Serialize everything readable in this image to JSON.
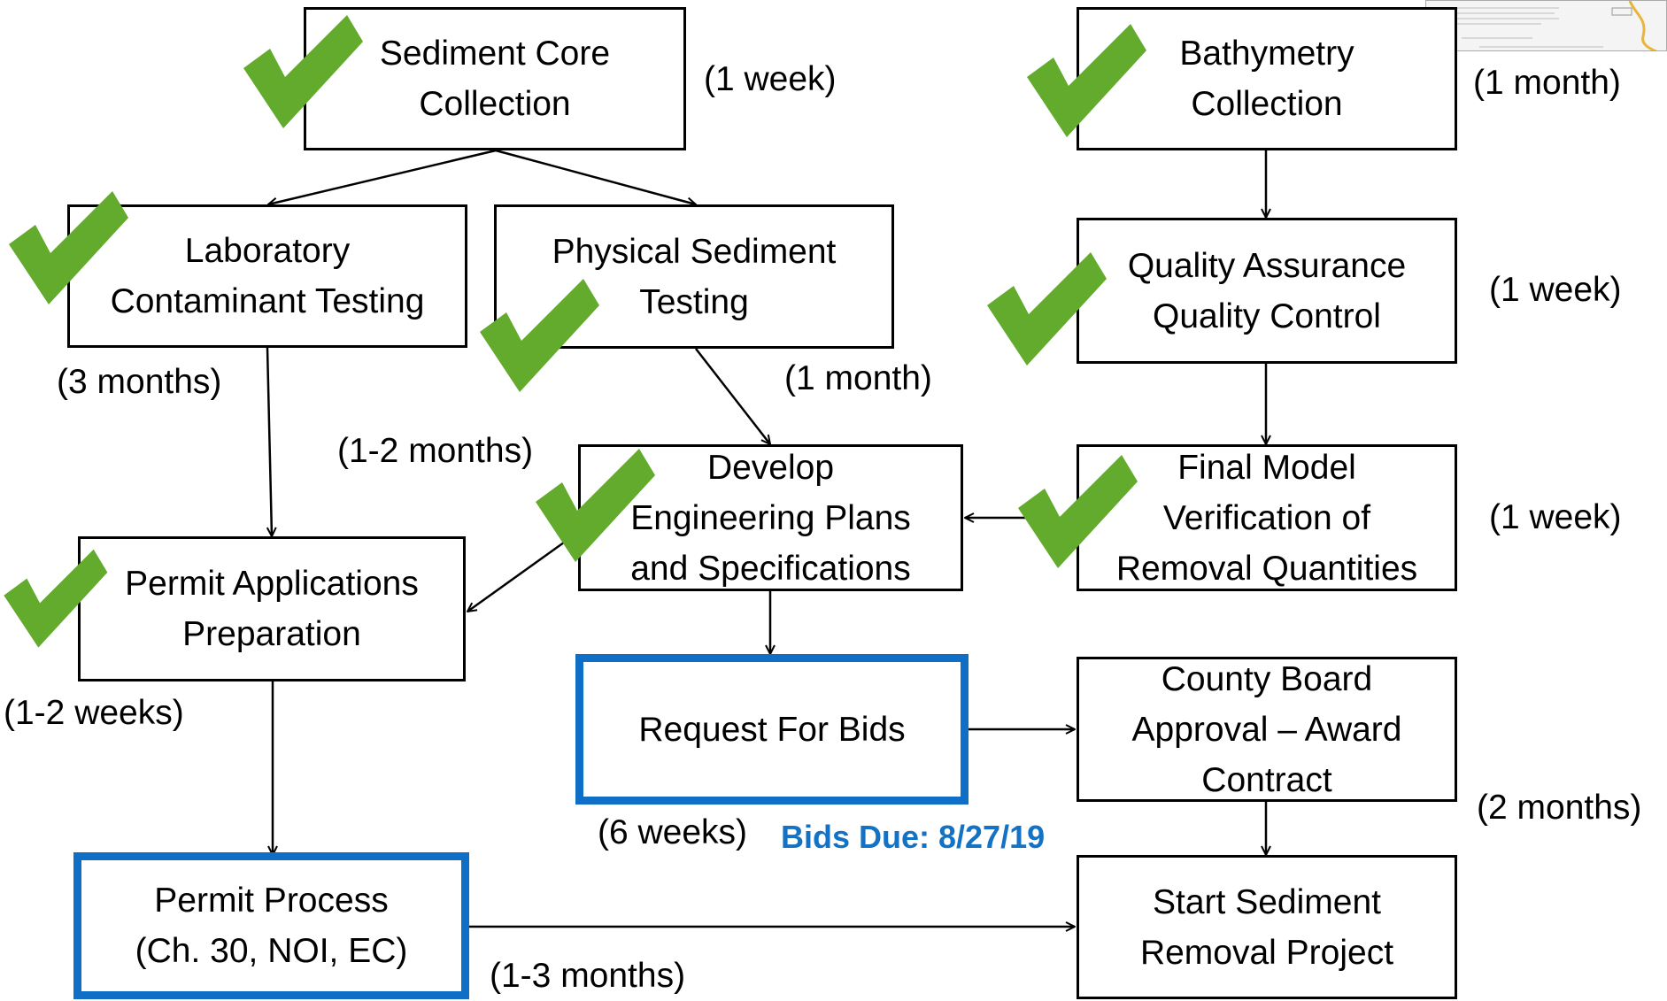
{
  "boxes": {
    "sediment_core": [
      "Sediment Core",
      "Collection"
    ],
    "bathymetry": [
      "Bathymetry",
      "Collection"
    ],
    "lab_testing": [
      "Laboratory",
      "Contaminant Testing"
    ],
    "physical_testing": [
      "Physical Sediment",
      "Testing"
    ],
    "qaqc": [
      "Quality Assurance",
      "Quality Control"
    ],
    "engineering": [
      "Develop",
      "Engineering Plans",
      "and Specifications"
    ],
    "final_model": [
      "Final Model",
      "Verification of",
      "Removal Quantities"
    ],
    "permit_apps": [
      "Permit Applications",
      "Preparation"
    ],
    "request_bids": [
      "Request For Bids"
    ],
    "county_board": [
      "County Board",
      "Approval – Award",
      "Contract"
    ],
    "permit_process": [
      "Permit Process",
      "(Ch. 30, NOI, EC)"
    ],
    "start_removal": [
      "Start Sediment",
      "Removal Project"
    ]
  },
  "durations": {
    "sediment_core": "(1 week)",
    "bathymetry": "(1 month)",
    "lab_testing": "(3 months)",
    "physical_testing": "(1 month)",
    "qaqc": "(1 week)",
    "engineering": "(1-2 months)",
    "final_model": "(1 week)",
    "permit_apps": "(1-2 weeks)",
    "request_bids": "(6 weeks)",
    "county_board": "(2 months)",
    "permit_process": "(1-3 months)"
  },
  "bids_note": "Bids Due: 8/27/19",
  "colors": {
    "check": "#62ab2c",
    "highlight_border": "#0f6fc6",
    "bids_note": "#1472c4"
  },
  "icons": {
    "completed": "check-mark-icon"
  }
}
